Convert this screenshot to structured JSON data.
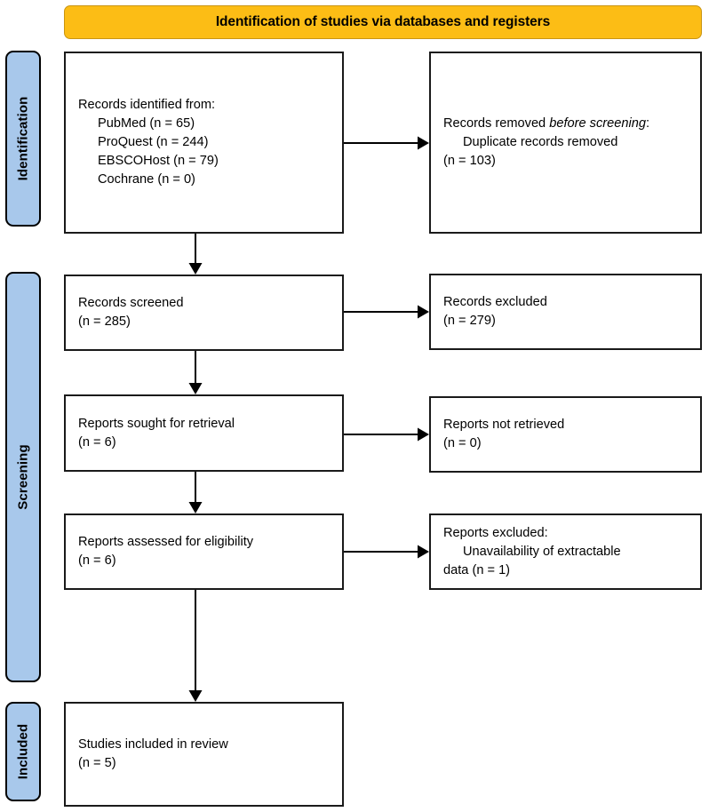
{
  "diagram": {
    "type": "prisma-flow-diagram",
    "banner": {
      "identification_phase": "Identification of studies via databases and registers"
    },
    "stages": [
      {
        "id": "identification",
        "label": "Identification"
      },
      {
        "id": "screening",
        "label": "Screening"
      },
      {
        "id": "included",
        "label": "Included"
      }
    ],
    "colors": {
      "banner_fill": "#FCBD15",
      "banner_border": "#C99513",
      "stage_fill": "#A8C8EB",
      "stage_border": "#000000",
      "box_border": "#1A1A1A",
      "box_fill": "#FFFFFF",
      "text": "#000000"
    },
    "boxes": {
      "identified": {
        "heading": "Records identified from:",
        "sources": [
          "PubMed (n = 65)",
          "ProQuest (n = 244)",
          "EBSCOHost (n = 79)",
          "Cochrane (n = 0)"
        ]
      },
      "removed": {
        "heading_prefix": "Records removed ",
        "heading_italic": "before screening",
        "heading_suffix": ":",
        "detail": "Duplicate records removed",
        "count": "(n = 103)"
      },
      "screened": {
        "label": "Records screened",
        "count": "(n = 285)"
      },
      "excluded": {
        "label": "Records excluded",
        "count": "(n = 279)"
      },
      "sought": {
        "label": "Reports sought for retrieval",
        "count": "(n = 6)"
      },
      "not_retrieved": {
        "label": "Reports not retrieved",
        "count": "(n = 0)"
      },
      "assessed": {
        "label": "Reports assessed for eligibility",
        "count": "(n = 6)"
      },
      "reports_excluded": {
        "heading": "Reports excluded:",
        "reason_line1": "Unavailability of extractable",
        "reason_line2": "data (n = 1)"
      },
      "included": {
        "label": "Studies included in review",
        "count": "(n = 5)"
      }
    },
    "counts": {
      "pubmed": 65,
      "proquest": 244,
      "ebscohost": 79,
      "cochrane": 0,
      "duplicates_removed": 103,
      "records_screened": 285,
      "records_excluded": 279,
      "reports_sought": 6,
      "reports_not_retrieved": 0,
      "reports_assessed": 6,
      "reports_excluded_unavailable_data": 1,
      "studies_included": 5
    }
  }
}
